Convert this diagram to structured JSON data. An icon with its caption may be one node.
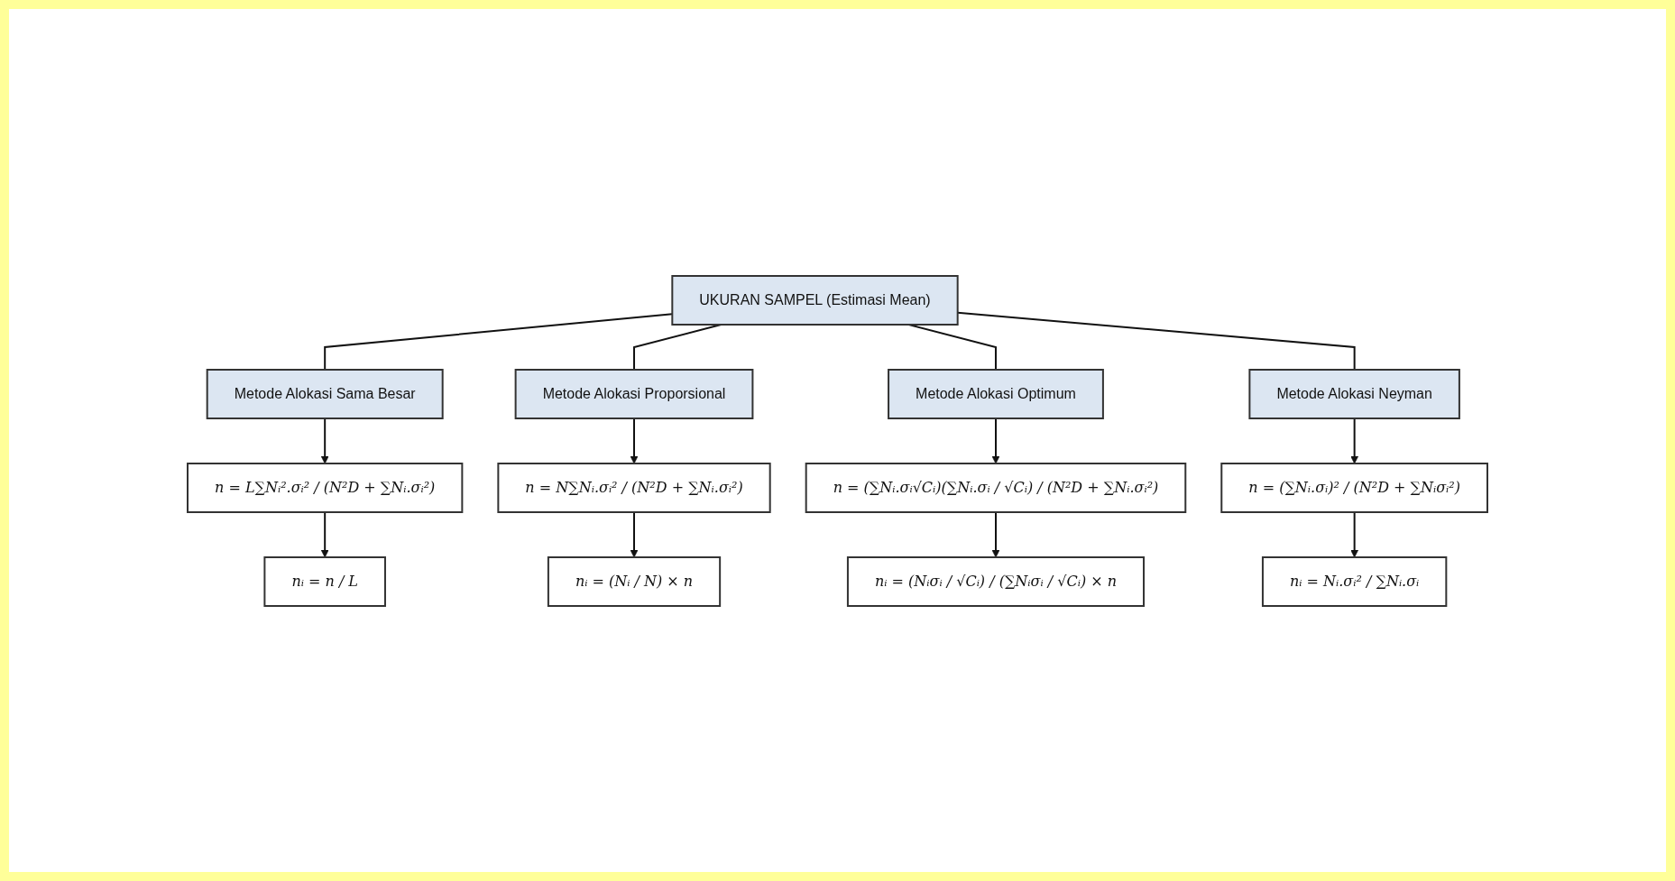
{
  "diagram": {
    "nodes": [
      {
        "text": [
          "UKURAN SAMPEL (Estimasi Mean)"
        ]
      },
      {
        "text": [
          "Metode Alokasi Sama Besar"
        ]
      },
      {
        "text": [
          "Metode Alokasi Proporsional"
        ]
      },
      {
        "text": [
          "Metode Alokasi Optimum"
        ]
      },
      {
        "text": [
          "Metode Alokasi Neyman"
        ]
      },
      {
        "text": [
          "n = L∑Nᵢ².σᵢ² / (N²D + ∑Nᵢ.σᵢ²)"
        ]
      },
      {
        "text": [
          "nᵢ = n / L"
        ]
      },
      {
        "text": [
          "n = N∑Nᵢ.σᵢ² / (N²D + ∑Nᵢ.σᵢ²)"
        ]
      },
      {
        "text": [
          "nᵢ = (Nᵢ / N) × n"
        ]
      },
      {
        "text": [
          "n = (∑Nᵢ.σᵢ√Cᵢ)(∑Nᵢ.σᵢ / √Cᵢ) / (N²D + ∑Nᵢ.σᵢ²)"
        ]
      },
      {
        "text": [
          "nᵢ = (Nᵢσᵢ / √Cᵢ) / (∑Nᵢσᵢ / √Cᵢ) × n"
        ]
      },
      {
        "text": [
          "n = (∑Nᵢ.σᵢ)² / (N²D + ∑Nᵢσᵢ²)"
        ]
      },
      {
        "text": [
          "nᵢ = Nᵢ.σᵢ² / ∑Nᵢ.σᵢ"
        ]
      }
    ],
    "edges": [
      {
        "from": 0,
        "to": 1,
        "arrow": "none"
      },
      {
        "from": 0,
        "to": 2,
        "arrow": "none"
      },
      {
        "from": 0,
        "to": 3,
        "arrow": "none"
      },
      {
        "from": 0,
        "to": 4,
        "arrow": "none"
      },
      {
        "from": 1,
        "to": 5,
        "arrow": "to"
      },
      {
        "from": 5,
        "to": 6,
        "arrow": "to"
      },
      {
        "from": 2,
        "to": 7,
        "arrow": "to"
      },
      {
        "from": 7,
        "to": 8,
        "arrow": "to"
      },
      {
        "from": 3,
        "to": 9,
        "arrow": "to"
      },
      {
        "from": 9,
        "to": 10,
        "arrow": "to"
      },
      {
        "from": 4,
        "to": 11,
        "arrow": "to"
      },
      {
        "from": 11,
        "to": 12,
        "arrow": "to"
      }
    ]
  }
}
